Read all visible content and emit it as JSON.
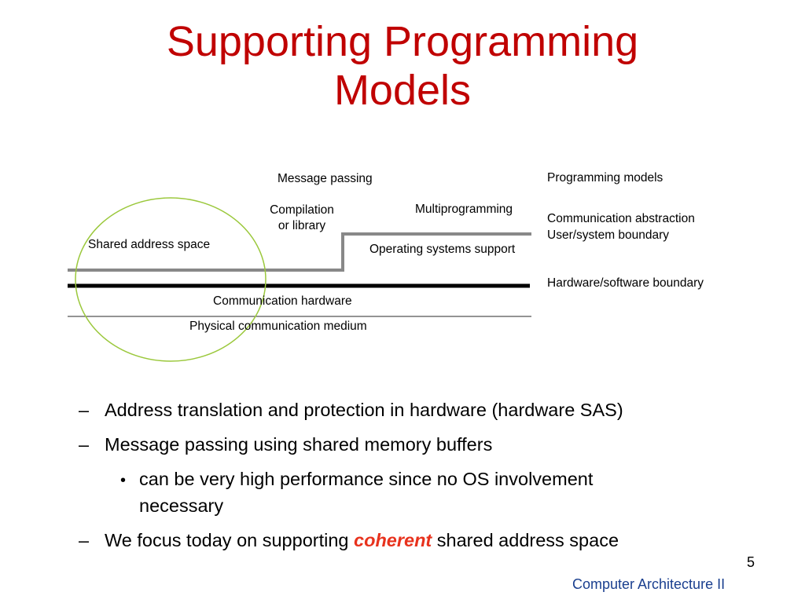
{
  "slide": {
    "title_line1": "Supporting Programming",
    "title_line2": "Models",
    "page_number": "5",
    "footer": "Computer Architecture II"
  },
  "diagram": {
    "message_passing": "Message passing",
    "compilation_line1": "Compilation",
    "compilation_line2": "or library",
    "multiprogramming": "Multiprogramming",
    "shared_address_space": "Shared address space",
    "os_support": "Operating systems support",
    "comm_hardware": "Communication hardware",
    "physical_medium": "Physical communication medium",
    "right_labels": {
      "programming_models": "Programming models",
      "communication_abstraction": "Communication abstraction",
      "user_system_boundary": "User/system boundary",
      "hardware_software_boundary": "Hardware/software boundary"
    },
    "colors": {
      "circle": "#9bc83c",
      "boundary_line": "#888888",
      "hw_sw_line": "#000000",
      "bottom_line": "#555555"
    }
  },
  "bullets": [
    {
      "marker": "–",
      "text": "Address translation and protection in hardware (hardware SAS)"
    },
    {
      "marker": "–",
      "text": "Message passing using shared memory buffers"
    },
    {
      "marker": "•",
      "text": "can be very high performance since no OS involvement"
    },
    {
      "marker": "",
      "text": "necessary"
    },
    {
      "marker": "–",
      "text_before": "We focus today on supporting ",
      "emphasis": "coherent",
      "text_after": " shared address space"
    }
  ]
}
